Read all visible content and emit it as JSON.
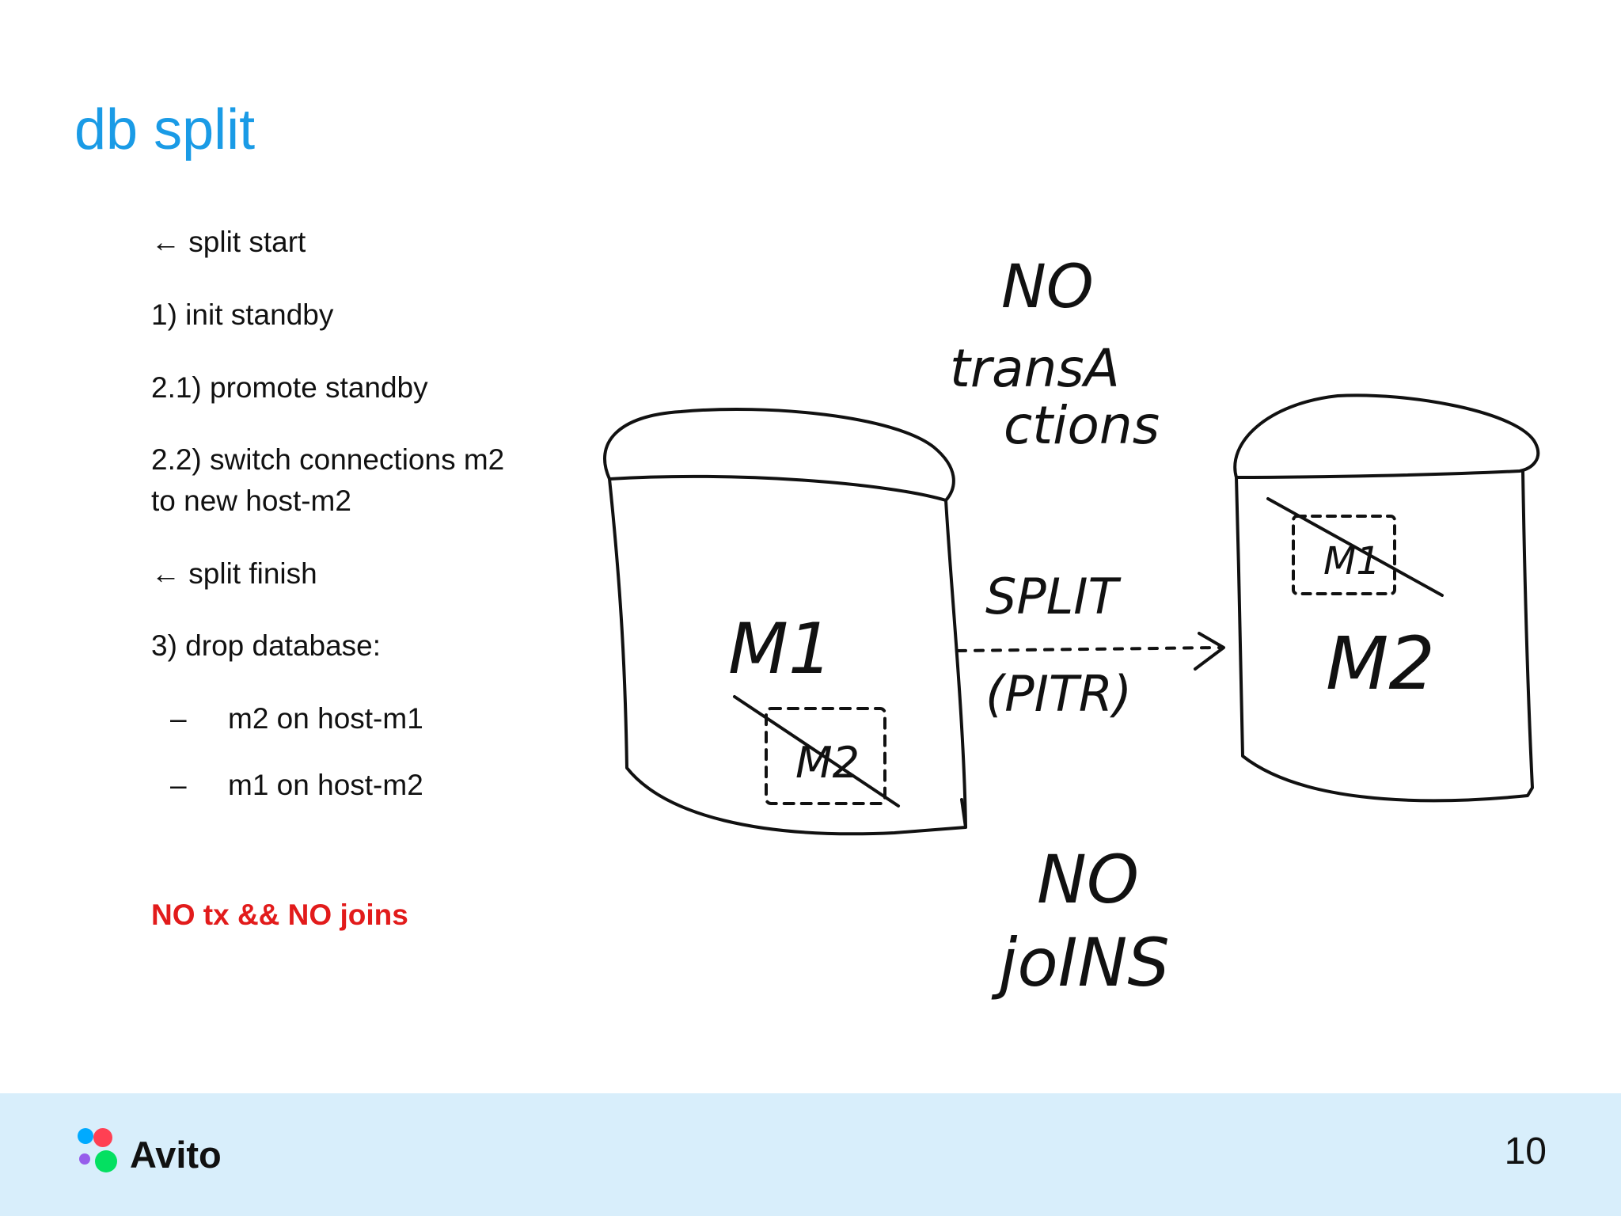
{
  "slide": {
    "title": "db split",
    "title_color": "#1a9be6"
  },
  "steps": [
    "← split start",
    "1) init standby",
    "2.1) promote standby",
    "2.2) switch connections m2",
    "to new host-m2",
    "← split finish",
    "3) drop database:"
  ],
  "sub_steps": [
    {
      "bullet": "–",
      "text": "m2 on host-m1"
    },
    {
      "bullet": "–",
      "text": "m1 on host-m2"
    }
  ],
  "warning": {
    "text": "NO tx && NO joins",
    "color": "#e21b1b"
  },
  "sketch": {
    "no_transactions_line1": "NO",
    "no_transactions_line2": "transA",
    "no_transactions_line3": "ctions",
    "left_db_label": "M1",
    "left_db_struck": "M2",
    "right_db_label": "M2",
    "right_db_struck": "M1",
    "arrow_label_top": "SPLIT",
    "arrow_label_bottom": "(PITR)",
    "no_joins_line1": "NO",
    "no_joins_line2": "joINS"
  },
  "footer": {
    "brand": "Avito",
    "page_number": "10",
    "background": "#d8eefb",
    "logo_dot_colors": [
      "#00aaff",
      "#ff4053",
      "#965eeb",
      "#04e061"
    ]
  }
}
